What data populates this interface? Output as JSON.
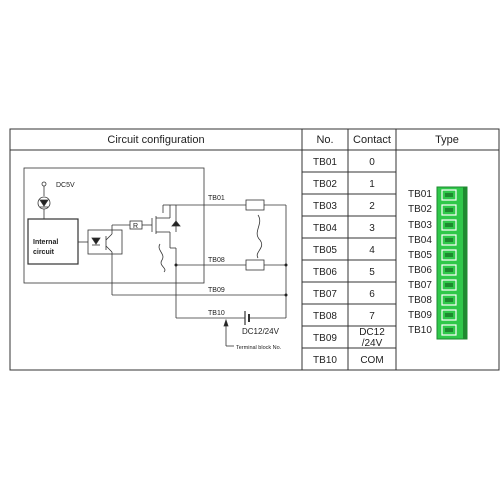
{
  "header": {
    "circuit_configuration": "Circuit configuration",
    "no": "No.",
    "contact": "Contact",
    "type": "Type"
  },
  "rows": [
    {
      "no": "TB01",
      "contact": "0"
    },
    {
      "no": "TB02",
      "contact": "1"
    },
    {
      "no": "TB03",
      "contact": "2"
    },
    {
      "no": "TB04",
      "contact": "3"
    },
    {
      "no": "TB05",
      "contact": "4"
    },
    {
      "no": "TB06",
      "contact": "5"
    },
    {
      "no": "TB07",
      "contact": "6"
    },
    {
      "no": "TB08",
      "contact": "7"
    },
    {
      "no": "TB09",
      "contact_line1": "DC12",
      "contact_line2": "/24V"
    },
    {
      "no": "TB10",
      "contact": "COM"
    }
  ],
  "diagram": {
    "dc5v": "DC5V",
    "internal_circuit_line1": "Internal",
    "internal_circuit_line2": "circuit",
    "resistor_label": "R",
    "tb01": "TB01",
    "tb08": "TB08",
    "tb09": "TB09",
    "tb10": "TB10",
    "supply": "DC12/24V",
    "terminal_block_note": "Terminal block No."
  },
  "terminal_labels": [
    "TB01",
    "TB02",
    "TB03",
    "TB04",
    "TB05",
    "TB06",
    "TB07",
    "TB08",
    "TB09",
    "TB10"
  ],
  "colors": {
    "border": "#333333",
    "connector_green": "#2fc84a",
    "connector_dark": "#1e8a30"
  }
}
